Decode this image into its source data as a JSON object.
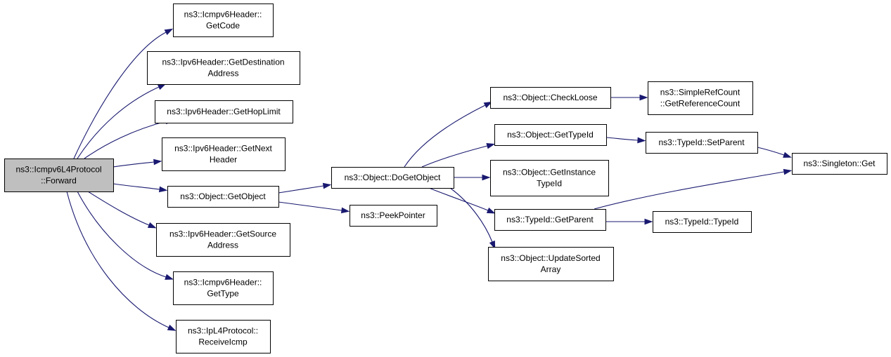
{
  "colors": {
    "node_fill": "#ffffff",
    "root_fill": "#bfbfbf",
    "node_border": "#000000",
    "edge": "#191970"
  },
  "diagram": {
    "root": "forward",
    "nodes": {
      "forward": {
        "lines": [
          "ns3::Icmpv6L4Protocol",
          "::Forward"
        ]
      },
      "getcode": {
        "lines": [
          "ns3::Icmpv6Header::",
          "GetCode"
        ]
      },
      "getdest": {
        "lines": [
          "ns3::Ipv6Header::GetDestination",
          "Address"
        ]
      },
      "gethoplimit": {
        "lines": [
          "ns3::Ipv6Header::GetHopLimit"
        ]
      },
      "getnextheader": {
        "lines": [
          "ns3::Ipv6Header::GetNext",
          "Header"
        ]
      },
      "getobject": {
        "lines": [
          "ns3::Object::GetObject"
        ]
      },
      "getsource": {
        "lines": [
          "ns3::Ipv6Header::GetSource",
          "Address"
        ]
      },
      "gettype": {
        "lines": [
          "ns3::Icmpv6Header::",
          "GetType"
        ]
      },
      "receiveicmp": {
        "lines": [
          "ns3::IpL4Protocol::",
          "ReceiveIcmp"
        ]
      },
      "dogetobject": {
        "lines": [
          "ns3::Object::DoGetObject"
        ]
      },
      "peekpointer": {
        "lines": [
          "ns3::PeekPointer"
        ]
      },
      "checkloose": {
        "lines": [
          "ns3::Object::CheckLoose"
        ]
      },
      "objgettypeid": {
        "lines": [
          "ns3::Object::GetTypeId"
        ]
      },
      "getinstance": {
        "lines": [
          "ns3::Object::GetInstance",
          "TypeId"
        ]
      },
      "typeidgetparent": {
        "lines": [
          "ns3::TypeId::GetParent"
        ]
      },
      "updatesorted": {
        "lines": [
          "ns3::Object::UpdateSorted",
          "Array"
        ]
      },
      "getrefcount": {
        "lines": [
          "ns3::SimpleRefCount",
          "::GetReferenceCount"
        ]
      },
      "setparent": {
        "lines": [
          "ns3::TypeId::SetParent"
        ]
      },
      "typeidtypeid": {
        "lines": [
          "ns3::TypeId::TypeId"
        ]
      },
      "singletonget": {
        "lines": [
          "ns3::Singleton::Get"
        ]
      }
    },
    "edges": [
      [
        "forward",
        "getcode"
      ],
      [
        "forward",
        "getdest"
      ],
      [
        "forward",
        "gethoplimit"
      ],
      [
        "forward",
        "getnextheader"
      ],
      [
        "forward",
        "getobject"
      ],
      [
        "forward",
        "getsource"
      ],
      [
        "forward",
        "gettype"
      ],
      [
        "forward",
        "receiveicmp"
      ],
      [
        "getobject",
        "dogetobject"
      ],
      [
        "getobject",
        "peekpointer"
      ],
      [
        "dogetobject",
        "checkloose"
      ],
      [
        "dogetobject",
        "objgettypeid"
      ],
      [
        "dogetobject",
        "getinstance"
      ],
      [
        "dogetobject",
        "typeidgetparent"
      ],
      [
        "dogetobject",
        "updatesorted"
      ],
      [
        "checkloose",
        "getrefcount"
      ],
      [
        "objgettypeid",
        "setparent"
      ],
      [
        "setparent",
        "singletonget"
      ],
      [
        "typeidgetparent",
        "singletonget"
      ],
      [
        "typeidgetparent",
        "typeidtypeid"
      ]
    ]
  }
}
